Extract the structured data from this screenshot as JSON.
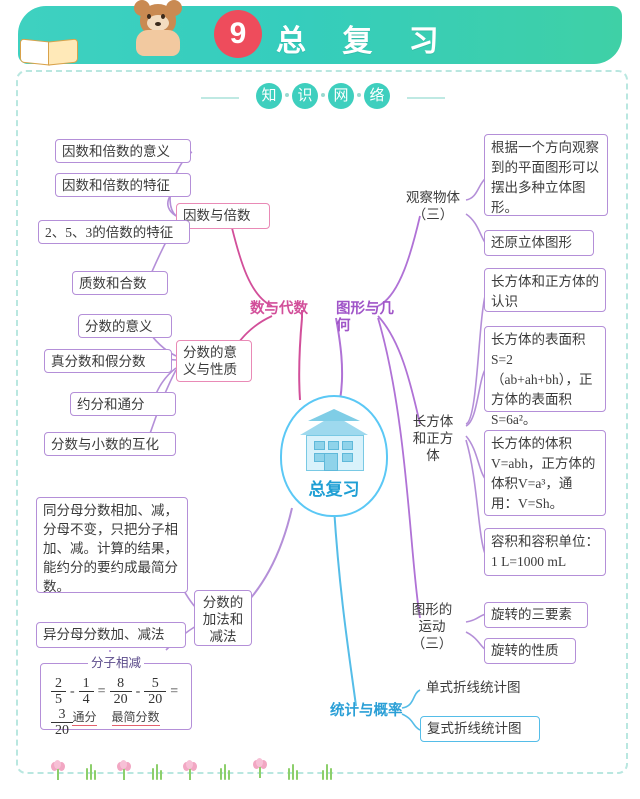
{
  "header": {
    "unit_number": "9",
    "title": "总 复 习",
    "icons": [
      "bear-icon",
      "book-icon"
    ]
  },
  "section": {
    "beads": [
      "知",
      "识",
      "网",
      "络"
    ]
  },
  "center": {
    "label": "总复习",
    "icon": "house-icon"
  },
  "branches": {
    "shuyu_daishu": {
      "label": "数与代数",
      "children": [
        {
          "label": "因数与倍数",
          "leaves": [
            "因数和倍数的意义",
            "因数和倍数的特征",
            "2、5、3的倍数的特征",
            "质数和合数"
          ]
        },
        {
          "label": "分数的意义与性质",
          "leaves": [
            "分数的意义",
            "真分数和假分数",
            "约分和通分",
            "分数与小数的互化"
          ]
        },
        {
          "label": "分数的加法和减法",
          "leaves": [
            "同分母分数相加、减，分母不变，只把分子相加、减。计算的结果，能约分的要约成最简分数。",
            "异分母分数加、减法"
          ],
          "example": {
            "caption": "分子相减",
            "expr": [
              {
                "num": "2",
                "den": "5"
              },
              {
                "op": "-"
              },
              {
                "num": "1",
                "den": "4"
              },
              {
                "op": "="
              },
              {
                "num": "8",
                "den": "20"
              },
              {
                "op": "-"
              },
              {
                "num": "5",
                "den": "20"
              },
              {
                "op": "="
              },
              {
                "num": "3",
                "den": "20"
              }
            ],
            "foot_left": "通分",
            "foot_right": "最简分数"
          }
        }
      ]
    },
    "tuxing_jihe": {
      "label": "图形与几何",
      "children": [
        {
          "label": "观察物体（三）",
          "leaves": [
            "根据一个方向观察到的平面图形可以摆出多种立体图形。",
            "还原立体图形"
          ]
        },
        {
          "label": "长方体和正方体",
          "leaves": [
            "长方体和正方体的认识",
            "长方体的表面积S=2（ab+ah+bh），正方体的表面积S=6a²。",
            "长方体的体积V=abh，正方体的体积V=a³，通用：V=Sh。",
            "容积和容积单位：1 L=1000 mL"
          ]
        },
        {
          "label": "图形的运动（三）",
          "leaves": [
            "旋转的三要素",
            "旋转的性质"
          ]
        }
      ]
    },
    "tongji_gailv": {
      "label": "统计与概率",
      "leaves": [
        "单式折线统计图",
        "复式折线统计图"
      ]
    }
  },
  "colors": {
    "header_start": "#3ed1c0",
    "header_end": "#3fd0a6",
    "badge": "#ee4c5c",
    "purple": "#b48fd8",
    "green": "#49c8b6",
    "blue": "#55bde8",
    "pink": "#e98ab6"
  }
}
